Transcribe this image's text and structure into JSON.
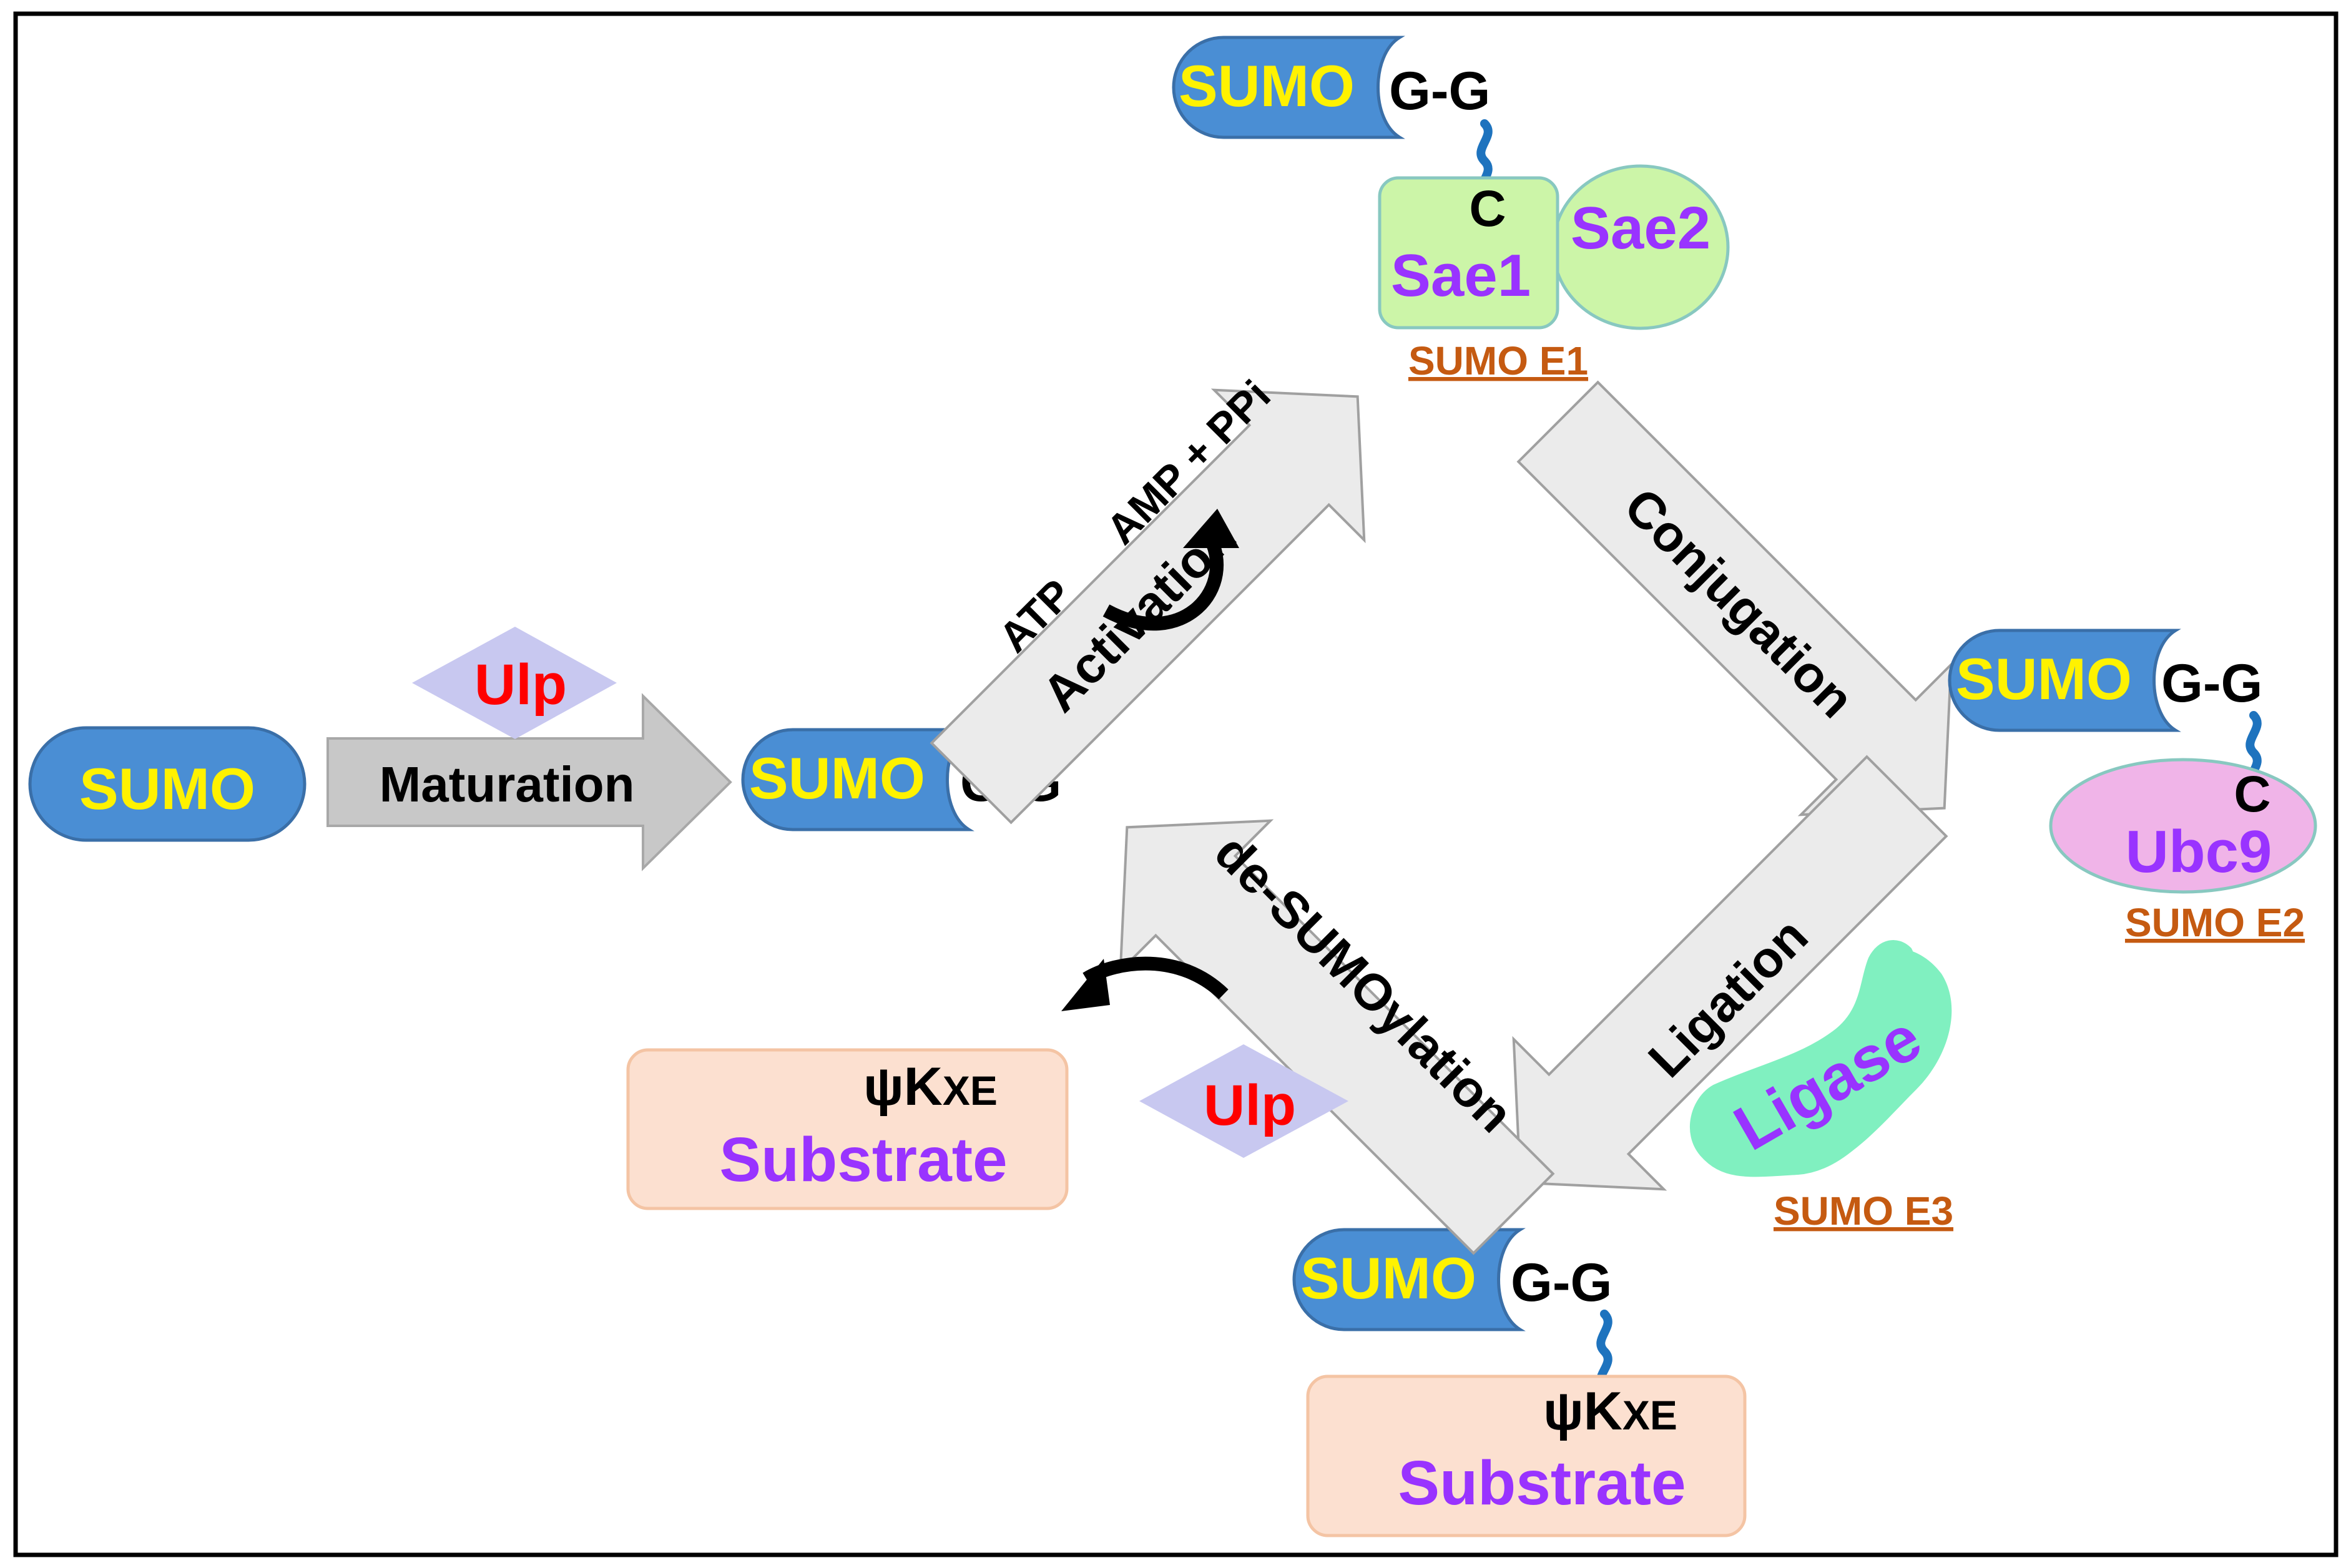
{
  "sumo_label": "SUMO",
  "gg_label": "G-G",
  "cys_label": "C",
  "steps": {
    "maturation": "Maturation",
    "activation": "Activation",
    "conjugation": "Conjugation",
    "ligation": "Ligation",
    "desumoylation": "de-SUMOylation"
  },
  "protease": "Ulp",
  "atp": "ATP",
  "amp_ppi": "AMP + PPi",
  "e1": {
    "sae1": "Sae1",
    "sae2": "Sae2",
    "label": "SUMO E1"
  },
  "e2": {
    "ubc9": "Ubc9",
    "label": "SUMO E2"
  },
  "e3": {
    "ligase": "Ligase",
    "label": "SUMO E3"
  },
  "substrate": {
    "motif_psi": "ψK",
    "motif_xe": "XE",
    "name": "Substrate"
  },
  "colors": {
    "sumo_fill": "#4A8ED4",
    "sumo_text": "#FFF200",
    "e1_fill": "#CCF5A8",
    "e2_fill": "#F0B4E8",
    "e3_fill": "#80F0C0",
    "substrate_fill": "#FCE0D0",
    "ulp_fill": "#C8C8F0",
    "arrow_fill": "#EBEBEB",
    "maturation_arrow": "#C8C8C8",
    "label_color": "#C55A11",
    "purple": "#9933FF"
  }
}
